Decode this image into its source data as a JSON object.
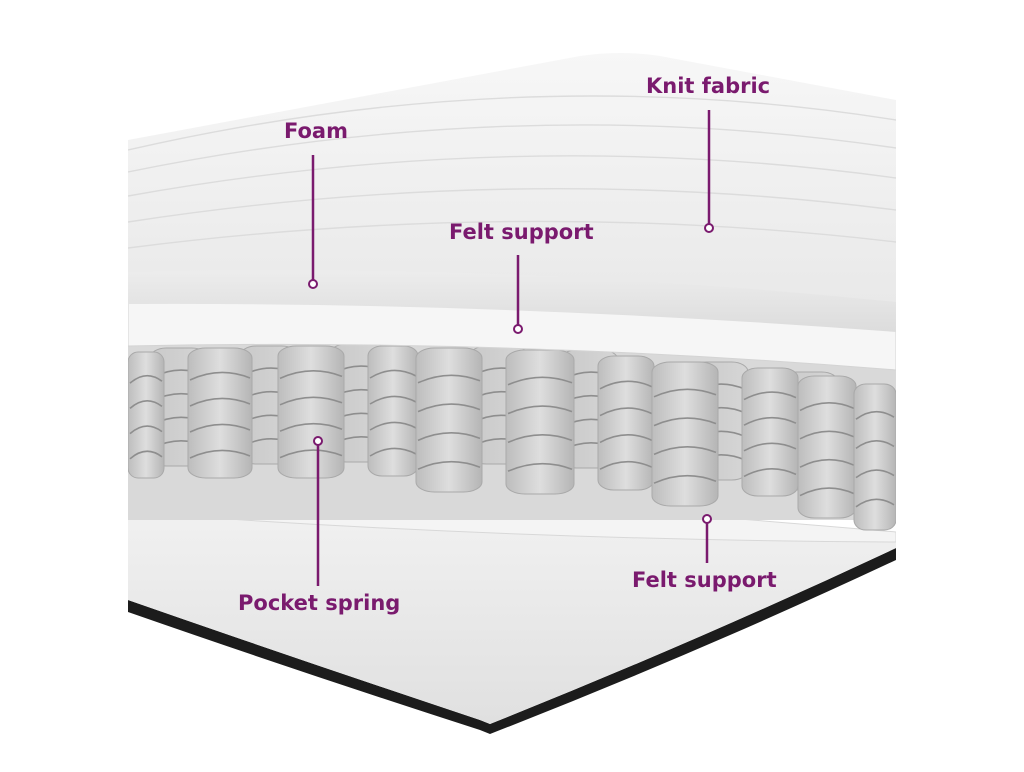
{
  "diagram": {
    "accent_color": "#7a1a6e",
    "callouts": [
      {
        "id": "knit-fabric",
        "label": "Knit fabric"
      },
      {
        "id": "foam",
        "label": "Foam"
      },
      {
        "id": "felt-support-top",
        "label": "Felt support"
      },
      {
        "id": "pocket-spring",
        "label": "Pocket spring"
      },
      {
        "id": "felt-support-bottom",
        "label": "Felt support"
      }
    ]
  }
}
